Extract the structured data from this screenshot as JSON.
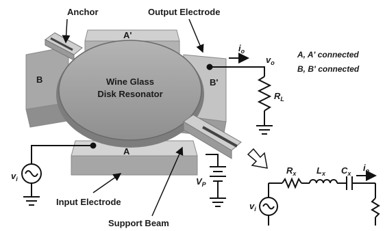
{
  "labels": {
    "anchor": "Anchor",
    "output_electrode": "Output Electrode",
    "a_prime": "A'",
    "a": "A",
    "b": "B",
    "b_prime": "B'",
    "disk_line1": "Wine Glass",
    "disk_line2": "Disk Resonator",
    "input_electrode": "Input Electrode",
    "support_beam": "Support Beam"
  },
  "notes": {
    "line1": "A, A' connected",
    "line2": "B, B' connected"
  },
  "symbols": {
    "io": "i",
    "io_sub": "o",
    "vo": "v",
    "vo_sub": "o",
    "rl": "R",
    "rl_sub": "L",
    "vi": "v",
    "vi_sub": "i",
    "vp": "V",
    "vp_sub": "P",
    "rx": "R",
    "rx_sub": "x",
    "lx": "L",
    "lx_sub": "x",
    "cx": "C",
    "cx_sub": "x",
    "io2": "i",
    "io2_sub": "o",
    "vi2": "v",
    "vi2_sub": "i"
  }
}
